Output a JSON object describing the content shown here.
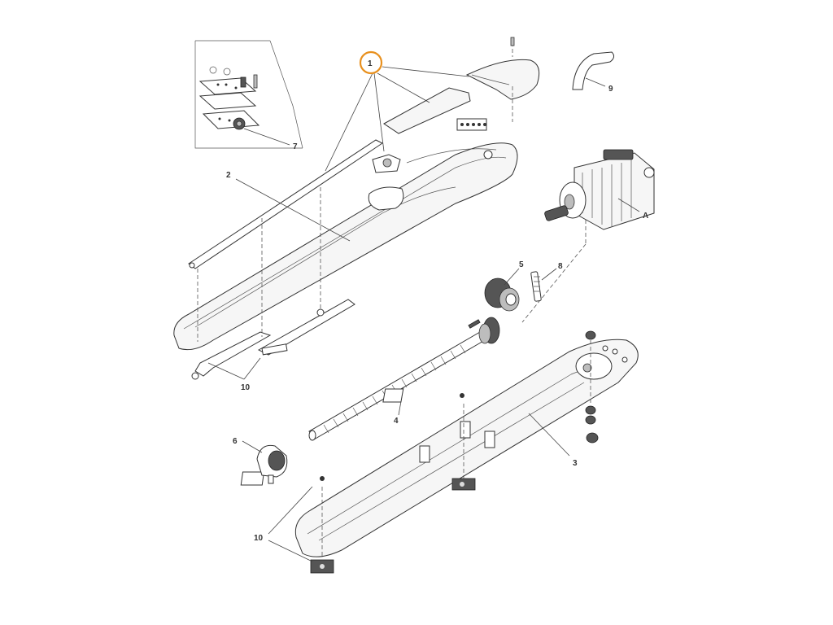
{
  "labels": {
    "p1": "1",
    "p2": "2",
    "p3": "3",
    "p4": "4",
    "p5": "5",
    "p6": "6",
    "p7": "7",
    "p8": "8",
    "p9": "9",
    "p10_top": "10",
    "p10_bottom": "10",
    "pA": "A"
  },
  "highlight_color": "#E8901E"
}
